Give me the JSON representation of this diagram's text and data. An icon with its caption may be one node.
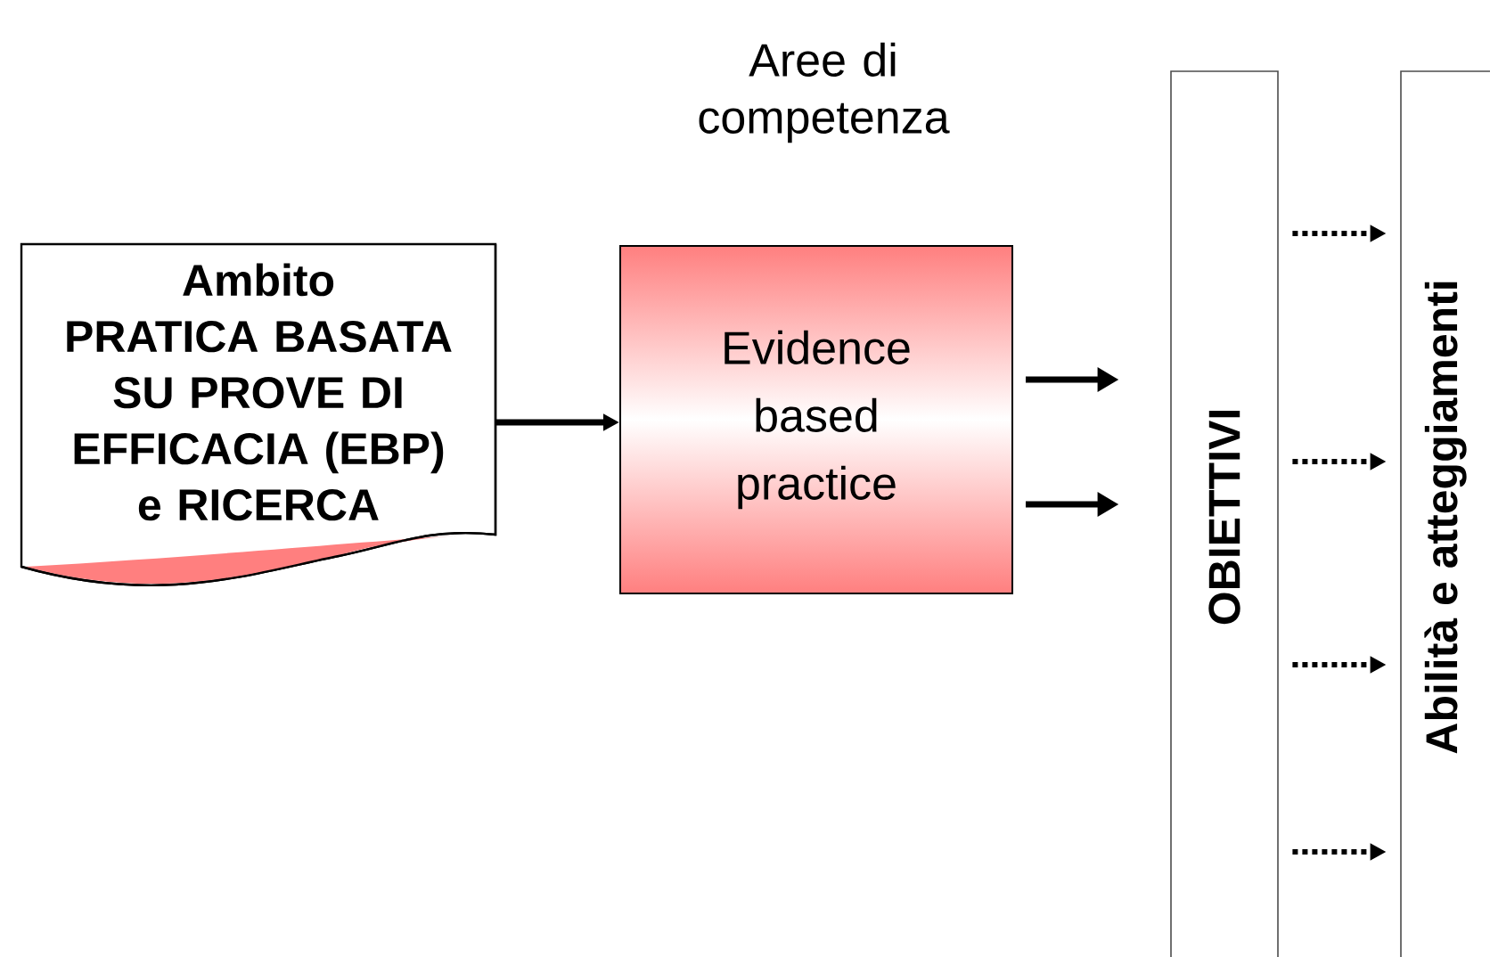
{
  "diagram": {
    "title": "Aree di competenza",
    "nodes": [
      {
        "text": [
          "Ambito",
          "PRATICA BASATA SU PROVE DI EFFICACIA (EBP) e RICERCA"
        ]
      },
      {
        "text": [
          "Evidence based practice"
        ]
      },
      {
        "text": [
          "OBIETTIVI"
        ]
      },
      {
        "text": [
          "Abilità e atteggiamenti"
        ]
      }
    ],
    "edges": [
      {
        "from": 0,
        "to": 1,
        "arrow": "to"
      },
      {
        "from": 1,
        "to": 2,
        "arrow": "to"
      },
      {
        "from": 1,
        "to": 2,
        "arrow": "to"
      },
      {
        "from": 2,
        "to": 3,
        "arrow": "to",
        "style": "dashed"
      },
      {
        "from": 2,
        "to": 3,
        "arrow": "to",
        "style": "dashed"
      },
      {
        "from": 2,
        "to": 3,
        "arrow": "to",
        "style": "dashed"
      },
      {
        "from": 2,
        "to": 3,
        "arrow": "to",
        "style": "dashed"
      }
    ]
  }
}
